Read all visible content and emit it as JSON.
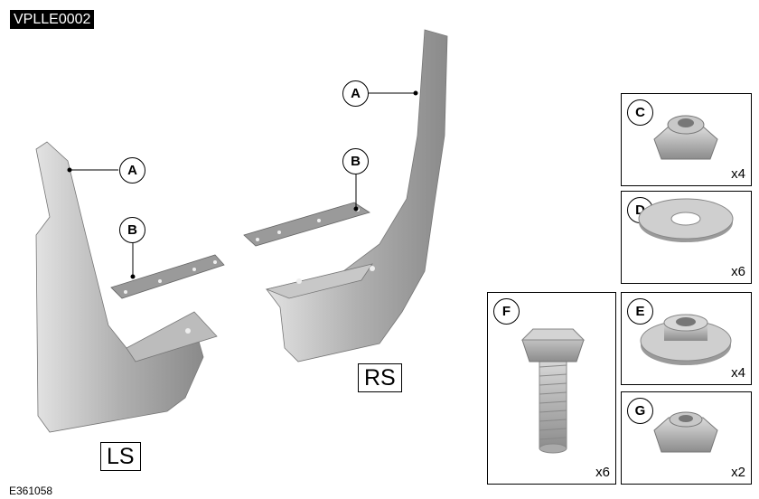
{
  "figure_code": "VPLLE0002",
  "image_code": "E361058",
  "side_labels": {
    "left": "LS",
    "right": "RS"
  },
  "callouts": {
    "A": "A",
    "B": "B",
    "C": "C",
    "D": "D",
    "E": "E",
    "F": "F",
    "G": "G"
  },
  "quantities": {
    "C": "x4",
    "D": "x6",
    "E": "x4",
    "F": "x6",
    "G": "x2"
  },
  "colors": {
    "part": "#a8a8a8",
    "part_light": "#d2d2d2",
    "part_dark": "#7e7e7e"
  }
}
